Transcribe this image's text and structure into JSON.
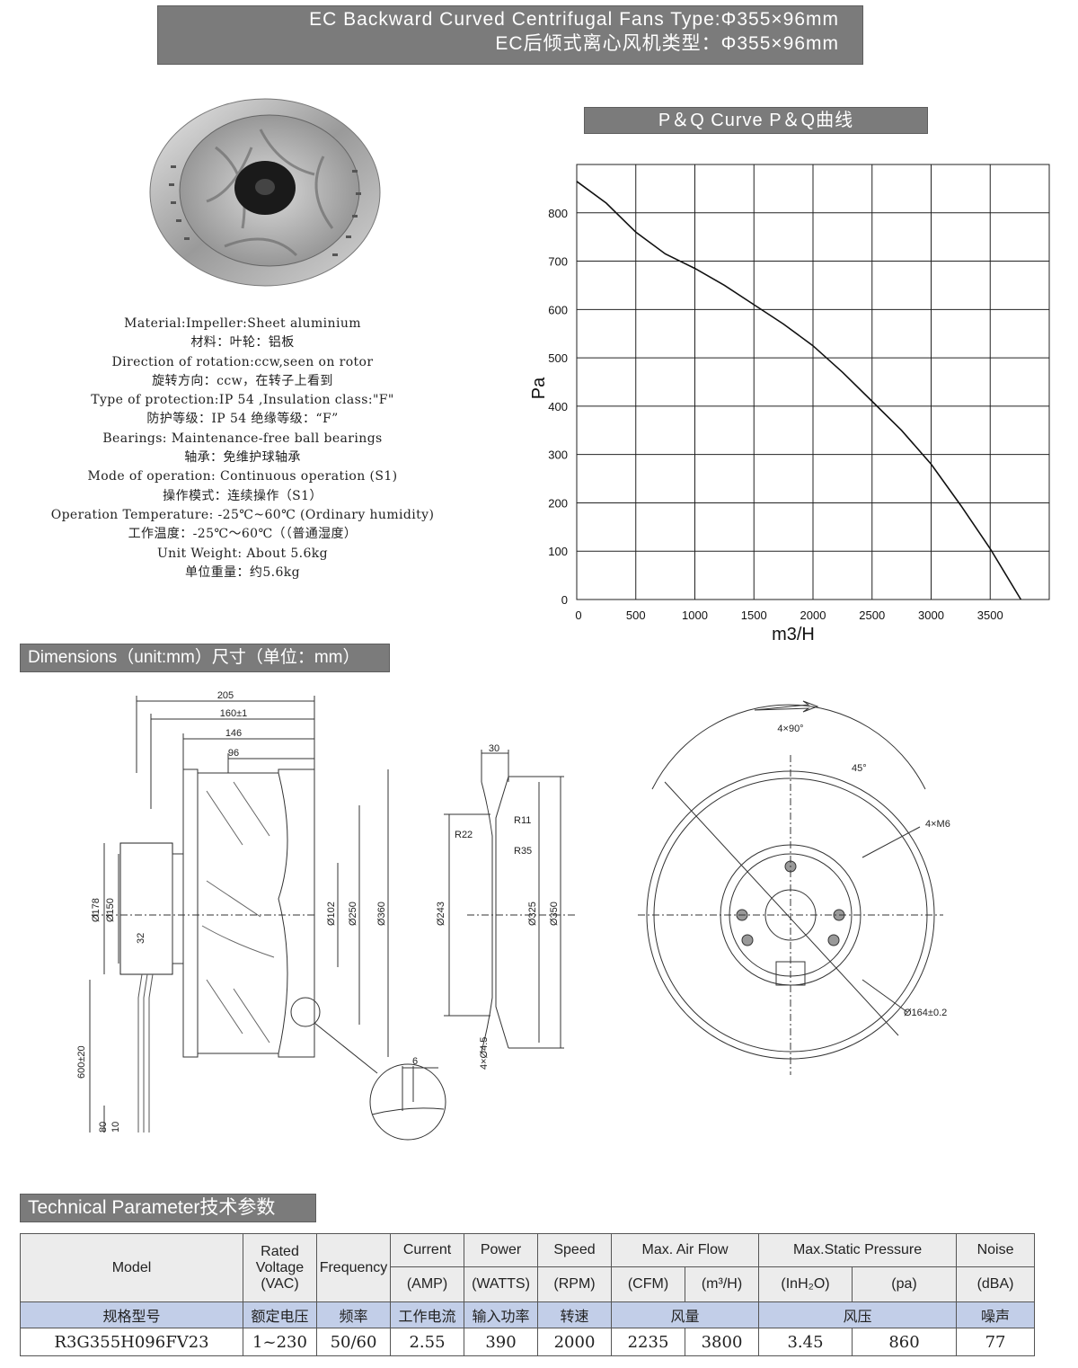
{
  "title": {
    "line1": "EC Backward Curved Centrifugal Fans Type:Φ355×96mm",
    "line2": "EC后倾式离心风机类型：Φ355×96mm"
  },
  "specs": [
    "Material:Impeller:Sheet aluminium",
    "材料：叶轮：铝板",
    "Direction of rotation:ccw,seen on rotor",
    "旋转方向：ccw，在转子上看到",
    "Type of protection:IP 54 ,Insulation class:\"F\"",
    "防护等级：IP 54    绝缘等级：“F”",
    "Bearings: Maintenance-free ball bearings",
    "轴承：免维护球轴承",
    "Mode of operation: Continuous operation (S1)",
    "操作模式：连续操作（S1）",
    "Operation Temperature: -25℃~60℃ (Ordinary humidity)",
    "工作温度：-25℃～60℃（（普通湿度）",
    "Unit Weight: About 5.6kg",
    "单位重量：约5.6kg"
  ],
  "pq_header": "P＆Q Curve  P＆Q曲线",
  "chart_data": {
    "type": "line",
    "title": "P＆Q Curve  P＆Q曲线",
    "xlabel": "m3/H",
    "ylabel": "Pa",
    "xlim": [
      0,
      4000
    ],
    "ylim": [
      0,
      900
    ],
    "x_ticks": [
      0,
      500,
      1000,
      1500,
      2000,
      2500,
      3000,
      3500
    ],
    "y_ticks": [
      0,
      100,
      200,
      300,
      400,
      500,
      600,
      700,
      800
    ],
    "grid": true,
    "series": [
      {
        "x": [
          0,
          250,
          500,
          750,
          1000,
          1250,
          1500,
          1750,
          2000,
          2250,
          2500,
          2750,
          3000,
          3250,
          3500,
          3760
        ],
        "y": [
          865,
          820,
          760,
          715,
          685,
          650,
          610,
          570,
          525,
          470,
          410,
          350,
          280,
          195,
          105,
          0
        ]
      }
    ]
  },
  "dimensions_header": "Dimensions（unit:mm）尺寸（单位：mm）",
  "drawing_labels": {
    "d205": "205",
    "d160": "160±1",
    "d146": "146",
    "d96": "96",
    "d178": "Ø178",
    "d150": "Ø150",
    "d102": "Ø102",
    "d250": "Ø250",
    "d360": "Ø360",
    "d600": "600±20",
    "d80": "80",
    "d10": "10",
    "d6": "6",
    "d30": "30",
    "r11": "R11",
    "r22": "R22",
    "r35": "R35",
    "d243": "Ø243",
    "d325": "Ø325",
    "d350": "Ø350",
    "d4x45": "4×Ø4.5",
    "a4x90": "4×90°",
    "a45": "45°",
    "m6": "4×M6",
    "d164": "Ø164±0.2",
    "n32": "32"
  },
  "tech_header": "Technical Parameter技术参数",
  "table": {
    "h_model": "Model",
    "h_voltage": "Rated Voltage (VAC)",
    "h_freq": "Frequency",
    "h_current": "Current",
    "h_current_unit": "(AMP)",
    "h_power": "Power",
    "h_power_unit": "(WATTS)",
    "h_speed": "Speed",
    "h_speed_unit": "(RPM)",
    "h_airflow": "Max. Air Flow",
    "h_cfm": "(CFM)",
    "h_m3h": "(m³/H)",
    "h_pressure": "Max.Static Pressure",
    "h_inh2o": "(InH₂O)",
    "h_pa": "(pa)",
    "h_noise": "Noise",
    "h_noise_unit": "(dBA)",
    "cn_model": "规格型号",
    "cn_voltage": "额定电压",
    "cn_freq": "频率",
    "cn_current": "工作电流",
    "cn_power": "输入功率",
    "cn_speed": "转速",
    "cn_airflow": "风量",
    "cn_pressure": "风压",
    "cn_noise": "噪声",
    "v_model": "R3G355H096FV23",
    "v_voltage": "1~230",
    "v_freq": "50/60",
    "v_current": "2.55",
    "v_power": "390",
    "v_speed": "2000",
    "v_cfm": "2235",
    "v_m3h": "3800",
    "v_inh2o": "3.45",
    "v_pa": "860",
    "v_noise": "77"
  }
}
